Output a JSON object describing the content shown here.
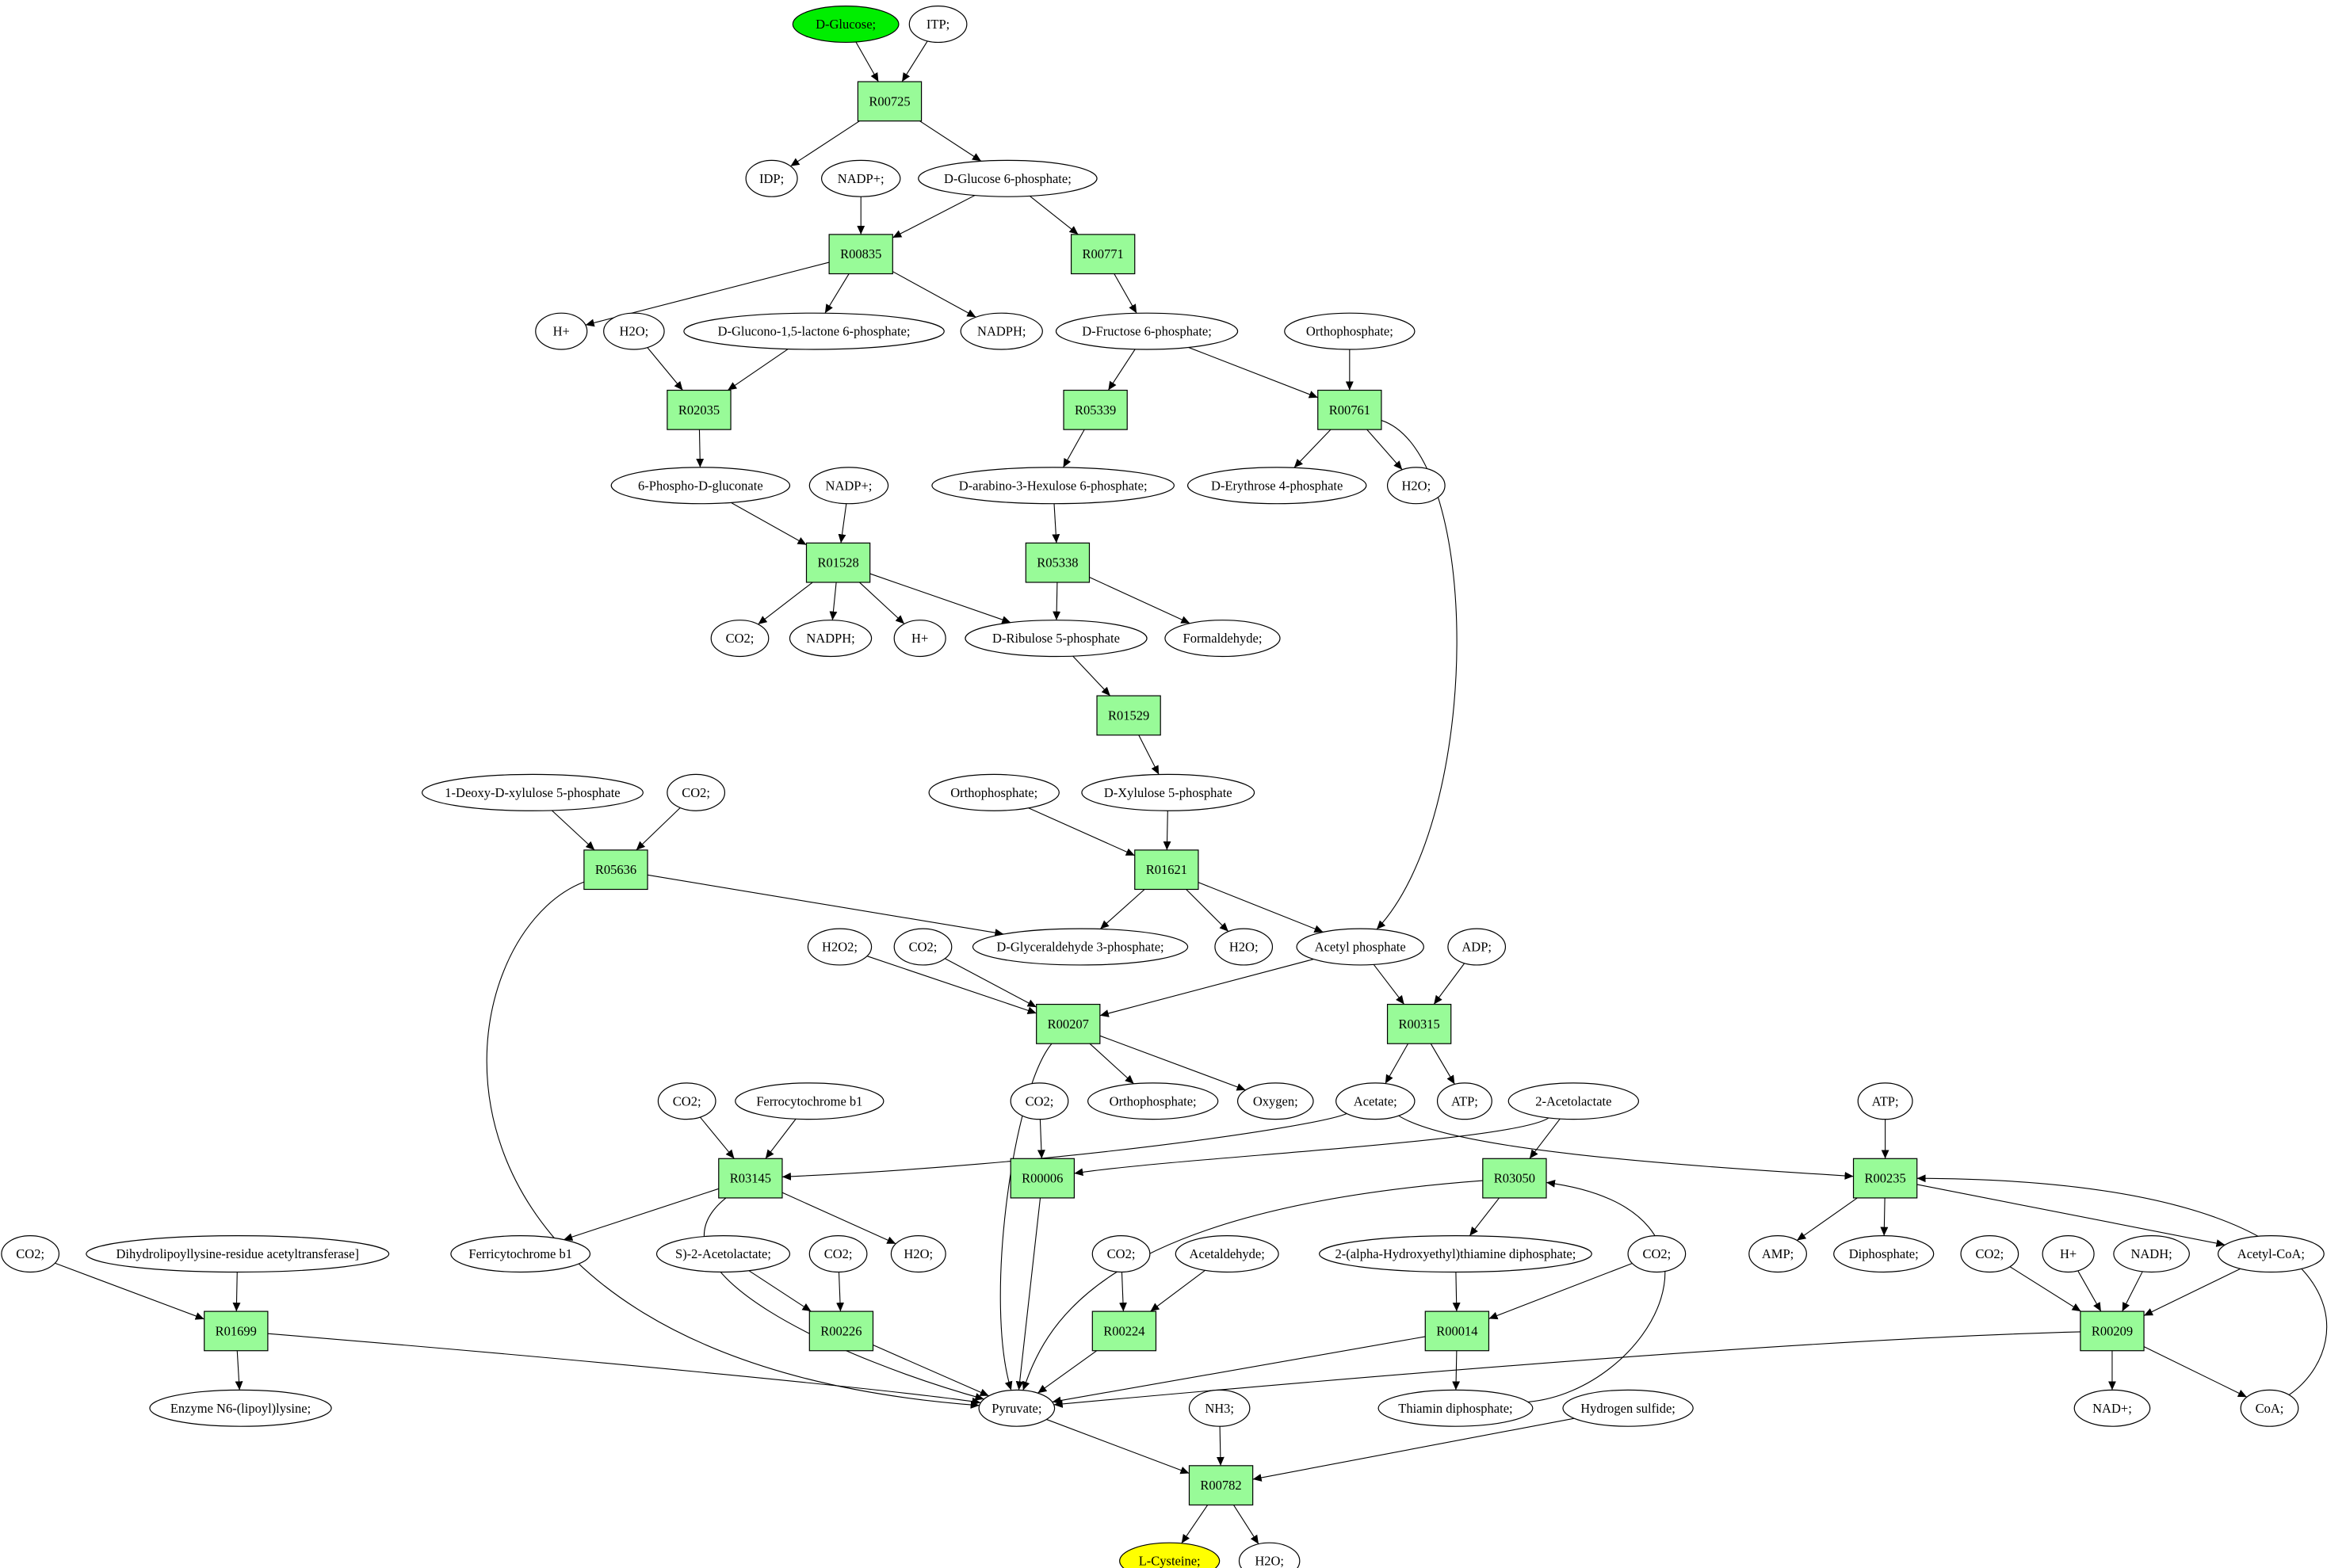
{
  "diagram": {
    "colors": {
      "reaction_fill": "#98fb98",
      "start_fill": "#00ee00",
      "target_fill": "#ffff00",
      "metabolite_fill": "#ffffff",
      "stroke": "#000000"
    },
    "nodes": [
      {
        "id": "glc",
        "label": "D-Glucose;",
        "kind": "start"
      },
      {
        "id": "itp",
        "label": "ITP;",
        "kind": "metabolite"
      },
      {
        "id": "R00725",
        "label": "R00725",
        "kind": "reaction"
      },
      {
        "id": "idp",
        "label": "IDP;",
        "kind": "metabolite"
      },
      {
        "id": "nadp1",
        "label": "NADP+;",
        "kind": "metabolite"
      },
      {
        "id": "g6p",
        "label": "D-Glucose 6-phosphate;",
        "kind": "metabolite"
      },
      {
        "id": "R00835",
        "label": "R00835",
        "kind": "reaction"
      },
      {
        "id": "R00771",
        "label": "R00771",
        "kind": "reaction"
      },
      {
        "id": "h1",
        "label": "H+",
        "kind": "metabolite"
      },
      {
        "id": "h2o1",
        "label": "H2O;",
        "kind": "metabolite"
      },
      {
        "id": "glucono",
        "label": "D-Glucono-1,5-lactone 6-phosphate;",
        "kind": "metabolite"
      },
      {
        "id": "nadph1",
        "label": "NADPH;",
        "kind": "metabolite"
      },
      {
        "id": "f6p",
        "label": "D-Fructose 6-phosphate;",
        "kind": "metabolite"
      },
      {
        "id": "ortho1",
        "label": "Orthophosphate;",
        "kind": "metabolite"
      },
      {
        "id": "R02035",
        "label": "R02035",
        "kind": "reaction"
      },
      {
        "id": "R05339",
        "label": "R05339",
        "kind": "reaction"
      },
      {
        "id": "R00761",
        "label": "R00761",
        "kind": "reaction"
      },
      {
        "id": "pgluconate",
        "label": "6-Phospho-D-gluconate",
        "kind": "metabolite"
      },
      {
        "id": "nadp2",
        "label": "NADP+;",
        "kind": "metabolite"
      },
      {
        "id": "hexulose",
        "label": "D-arabino-3-Hexulose 6-phosphate;",
        "kind": "metabolite"
      },
      {
        "id": "e4p",
        "label": "D-Erythrose 4-phosphate",
        "kind": "metabolite"
      },
      {
        "id": "h2o2",
        "label": "H2O;",
        "kind": "metabolite"
      },
      {
        "id": "R01528",
        "label": "R01528",
        "kind": "reaction"
      },
      {
        "id": "R05338",
        "label": "R05338",
        "kind": "reaction"
      },
      {
        "id": "co2a",
        "label": "CO2;",
        "kind": "metabolite"
      },
      {
        "id": "nadph2",
        "label": "NADPH;",
        "kind": "metabolite"
      },
      {
        "id": "h3",
        "label": "H+",
        "kind": "metabolite"
      },
      {
        "id": "ru5p",
        "label": "D-Ribulose 5-phosphate",
        "kind": "metabolite"
      },
      {
        "id": "formaldehyde",
        "label": "Formaldehyde;",
        "kind": "metabolite"
      },
      {
        "id": "R01529",
        "label": "R01529",
        "kind": "reaction"
      },
      {
        "id": "dxp",
        "label": "1-Deoxy-D-xylulose 5-phosphate",
        "kind": "metabolite"
      },
      {
        "id": "co2b",
        "label": "CO2;",
        "kind": "metabolite"
      },
      {
        "id": "ortho2",
        "label": "Orthophosphate;",
        "kind": "metabolite"
      },
      {
        "id": "xu5p",
        "label": "D-Xylulose 5-phosphate",
        "kind": "metabolite"
      },
      {
        "id": "R05636",
        "label": "R05636",
        "kind": "reaction"
      },
      {
        "id": "R01621",
        "label": "R01621",
        "kind": "reaction"
      },
      {
        "id": "gap",
        "label": "D-Glyceraldehyde 3-phosphate;",
        "kind": "metabolite"
      },
      {
        "id": "h2o3",
        "label": "H2O;",
        "kind": "metabolite"
      },
      {
        "id": "acp",
        "label": "Acetyl phosphate",
        "kind": "metabolite"
      },
      {
        "id": "h2o2b",
        "label": "H2O2;",
        "kind": "metabolite"
      },
      {
        "id": "co2c",
        "label": "CO2;",
        "kind": "metabolite"
      },
      {
        "id": "adp",
        "label": "ADP;",
        "kind": "metabolite"
      },
      {
        "id": "R00207",
        "label": "R00207",
        "kind": "reaction"
      },
      {
        "id": "R00315",
        "label": "R00315",
        "kind": "reaction"
      },
      {
        "id": "ortho3",
        "label": "Orthophosphate;",
        "kind": "metabolite"
      },
      {
        "id": "oxygen",
        "label": "Oxygen;",
        "kind": "metabolite"
      },
      {
        "id": "acetate",
        "label": "Acetate;",
        "kind": "metabolite"
      },
      {
        "id": "atp1",
        "label": "ATP;",
        "kind": "metabolite"
      },
      {
        "id": "co2d",
        "label": "CO2;",
        "kind": "metabolite"
      },
      {
        "id": "ferro",
        "label": "Ferrocytochrome b1",
        "kind": "metabolite"
      },
      {
        "id": "co2e",
        "label": "CO2;",
        "kind": "metabolite"
      },
      {
        "id": "acetolactate",
        "label": "2-Acetolactate",
        "kind": "metabolite"
      },
      {
        "id": "atp2",
        "label": "ATP;",
        "kind": "metabolite"
      },
      {
        "id": "R03145",
        "label": "R03145",
        "kind": "reaction"
      },
      {
        "id": "R00006",
        "label": "R00006",
        "kind": "reaction"
      },
      {
        "id": "R03050",
        "label": "R03050",
        "kind": "reaction"
      },
      {
        "id": "R00235",
        "label": "R00235",
        "kind": "reaction"
      },
      {
        "id": "co2f",
        "label": "CO2;",
        "kind": "metabolite"
      },
      {
        "id": "dihydro",
        "label": "Dihydrolipoyllysine-residue acetyltransferase]",
        "kind": "metabolite"
      },
      {
        "id": "ferri",
        "label": "Ferricytochrome b1",
        "kind": "metabolite"
      },
      {
        "id": "sacetolactate",
        "label": "S)-2-Acetolactate;",
        "kind": "metabolite"
      },
      {
        "id": "co2g",
        "label": "CO2;",
        "kind": "metabolite"
      },
      {
        "id": "h2o4",
        "label": "H2O;",
        "kind": "metabolite"
      },
      {
        "id": "co2h",
        "label": "CO2;",
        "kind": "metabolite"
      },
      {
        "id": "acetaldehyde",
        "label": "Acetaldehyde;",
        "kind": "metabolite"
      },
      {
        "id": "hethdp",
        "label": "2-(alpha-Hydroxyethyl)thiamine diphosphate;",
        "kind": "metabolite"
      },
      {
        "id": "co2i",
        "label": "CO2;",
        "kind": "metabolite"
      },
      {
        "id": "amp",
        "label": "AMP;",
        "kind": "metabolite"
      },
      {
        "id": "ppi",
        "label": "Diphosphate;",
        "kind": "metabolite"
      },
      {
        "id": "co2j",
        "label": "CO2;",
        "kind": "metabolite"
      },
      {
        "id": "h4",
        "label": "H+",
        "kind": "metabolite"
      },
      {
        "id": "nadh",
        "label": "NADH;",
        "kind": "metabolite"
      },
      {
        "id": "acoa",
        "label": "Acetyl-CoA;",
        "kind": "metabolite"
      },
      {
        "id": "R01699",
        "label": "R01699",
        "kind": "reaction"
      },
      {
        "id": "R00226",
        "label": "R00226",
        "kind": "reaction"
      },
      {
        "id": "R00224",
        "label": "R00224",
        "kind": "reaction"
      },
      {
        "id": "R00014",
        "label": "R00014",
        "kind": "reaction"
      },
      {
        "id": "R00209",
        "label": "R00209",
        "kind": "reaction"
      },
      {
        "id": "enzyme",
        "label": "Enzyme N6-(lipoyl)lysine;",
        "kind": "metabolite"
      },
      {
        "id": "pyruvate",
        "label": "Pyruvate;",
        "kind": "metabolite"
      },
      {
        "id": "nh3",
        "label": "NH3;",
        "kind": "metabolite"
      },
      {
        "id": "tdp",
        "label": "Thiamin diphosphate;",
        "kind": "metabolite"
      },
      {
        "id": "h2s",
        "label": "Hydrogen sulfide;",
        "kind": "metabolite"
      },
      {
        "id": "nad",
        "label": "NAD+;",
        "kind": "metabolite"
      },
      {
        "id": "coa",
        "label": "CoA;",
        "kind": "metabolite"
      },
      {
        "id": "R00782",
        "label": "R00782",
        "kind": "reaction"
      },
      {
        "id": "cys",
        "label": "L-Cysteine;",
        "kind": "target"
      },
      {
        "id": "h2o5",
        "label": "H2O;",
        "kind": "metabolite"
      }
    ],
    "edges": [
      [
        "glc",
        "R00725"
      ],
      [
        "itp",
        "R00725"
      ],
      [
        "R00725",
        "idp"
      ],
      [
        "R00725",
        "g6p"
      ],
      [
        "nadp1",
        "R00835"
      ],
      [
        "g6p",
        "R00835"
      ],
      [
        "g6p",
        "R00771"
      ],
      [
        "R00835",
        "h1"
      ],
      [
        "R00835",
        "glucono"
      ],
      [
        "R00835",
        "nadph1"
      ],
      [
        "R00771",
        "f6p"
      ],
      [
        "h2o1",
        "R02035"
      ],
      [
        "glucono",
        "R02035"
      ],
      [
        "f6p",
        "R05339"
      ],
      [
        "f6p",
        "R00761"
      ],
      [
        "ortho1",
        "R00761"
      ],
      [
        "R02035",
        "pgluconate"
      ],
      [
        "R05339",
        "hexulose"
      ],
      [
        "R00761",
        "e4p"
      ],
      [
        "R00761",
        "h2o2"
      ],
      [
        "pgluconate",
        "R01528"
      ],
      [
        "nadp2",
        "R01528"
      ],
      [
        "hexulose",
        "R05338"
      ],
      [
        "R01528",
        "co2a"
      ],
      [
        "R01528",
        "nadph2"
      ],
      [
        "R01528",
        "h3"
      ],
      [
        "R01528",
        "ru5p"
      ],
      [
        "R05338",
        "ru5p"
      ],
      [
        "R05338",
        "formaldehyde"
      ],
      [
        "ru5p",
        "R01529"
      ],
      [
        "R01529",
        "xu5p"
      ],
      [
        "dxp",
        "R05636"
      ],
      [
        "co2b",
        "R05636"
      ],
      [
        "ortho2",
        "R01621"
      ],
      [
        "xu5p",
        "R01621"
      ],
      [
        "R05636",
        "gap"
      ],
      [
        "R05636",
        "pyruvate"
      ],
      [
        "R01621",
        "gap"
      ],
      [
        "R01621",
        "h2o3"
      ],
      [
        "R01621",
        "acp"
      ],
      [
        "R00761",
        "acp"
      ],
      [
        "h2o2b",
        "R00207"
      ],
      [
        "co2c",
        "R00207"
      ],
      [
        "acp",
        "R00207"
      ],
      [
        "acp",
        "R00315"
      ],
      [
        "adp",
        "R00315"
      ],
      [
        "R00207",
        "ortho3"
      ],
      [
        "R00207",
        "oxygen"
      ],
      [
        "R00207",
        "pyruvate"
      ],
      [
        "R00315",
        "acetate"
      ],
      [
        "R00315",
        "atp1"
      ],
      [
        "co2d",
        "R03145"
      ],
      [
        "ferro",
        "R03145"
      ],
      [
        "acetate",
        "R03145"
      ],
      [
        "acetate",
        "R00235"
      ],
      [
        "co2e",
        "R00006"
      ],
      [
        "acetolactate",
        "R00006"
      ],
      [
        "acetolactate",
        "R03050"
      ],
      [
        "atp2",
        "R00235"
      ],
      [
        "R03145",
        "ferri"
      ],
      [
        "R03145",
        "h2o4"
      ],
      [
        "R03145",
        "pyruvate"
      ],
      [
        "R00006",
        "pyruvate"
      ],
      [
        "R03050",
        "hethdp"
      ],
      [
        "R03050",
        "pyruvate"
      ],
      [
        "R00235",
        "amp"
      ],
      [
        "R00235",
        "ppi"
      ],
      [
        "R00235",
        "acoa"
      ],
      [
        "co2f",
        "R01699"
      ],
      [
        "dihydro",
        "R01699"
      ],
      [
        "sacetolactate",
        "R00226"
      ],
      [
        "co2g",
        "R00226"
      ],
      [
        "co2h",
        "R00224"
      ],
      [
        "acetaldehyde",
        "R00224"
      ],
      [
        "hethdp",
        "R00014"
      ],
      [
        "co2i",
        "R00014"
      ],
      [
        "co2j",
        "R00209"
      ],
      [
        "h4",
        "R00209"
      ],
      [
        "nadh",
        "R00209"
      ],
      [
        "acoa",
        "R00209"
      ],
      [
        "R01699",
        "enzyme"
      ],
      [
        "R01699",
        "pyruvate"
      ],
      [
        "R00226",
        "pyruvate"
      ],
      [
        "R00224",
        "pyruvate"
      ],
      [
        "R00014",
        "pyruvate"
      ],
      [
        "R00014",
        "tdp"
      ],
      [
        "tdp",
        "R03050"
      ],
      [
        "R00209",
        "pyruvate"
      ],
      [
        "R00209",
        "nad"
      ],
      [
        "R00209",
        "coa"
      ],
      [
        "coa",
        "R00235"
      ],
      [
        "pyruvate",
        "R00782"
      ],
      [
        "nh3",
        "R00782"
      ],
      [
        "h2s",
        "R00782"
      ],
      [
        "R00782",
        "cys"
      ],
      [
        "R00782",
        "h2o5"
      ]
    ]
  }
}
